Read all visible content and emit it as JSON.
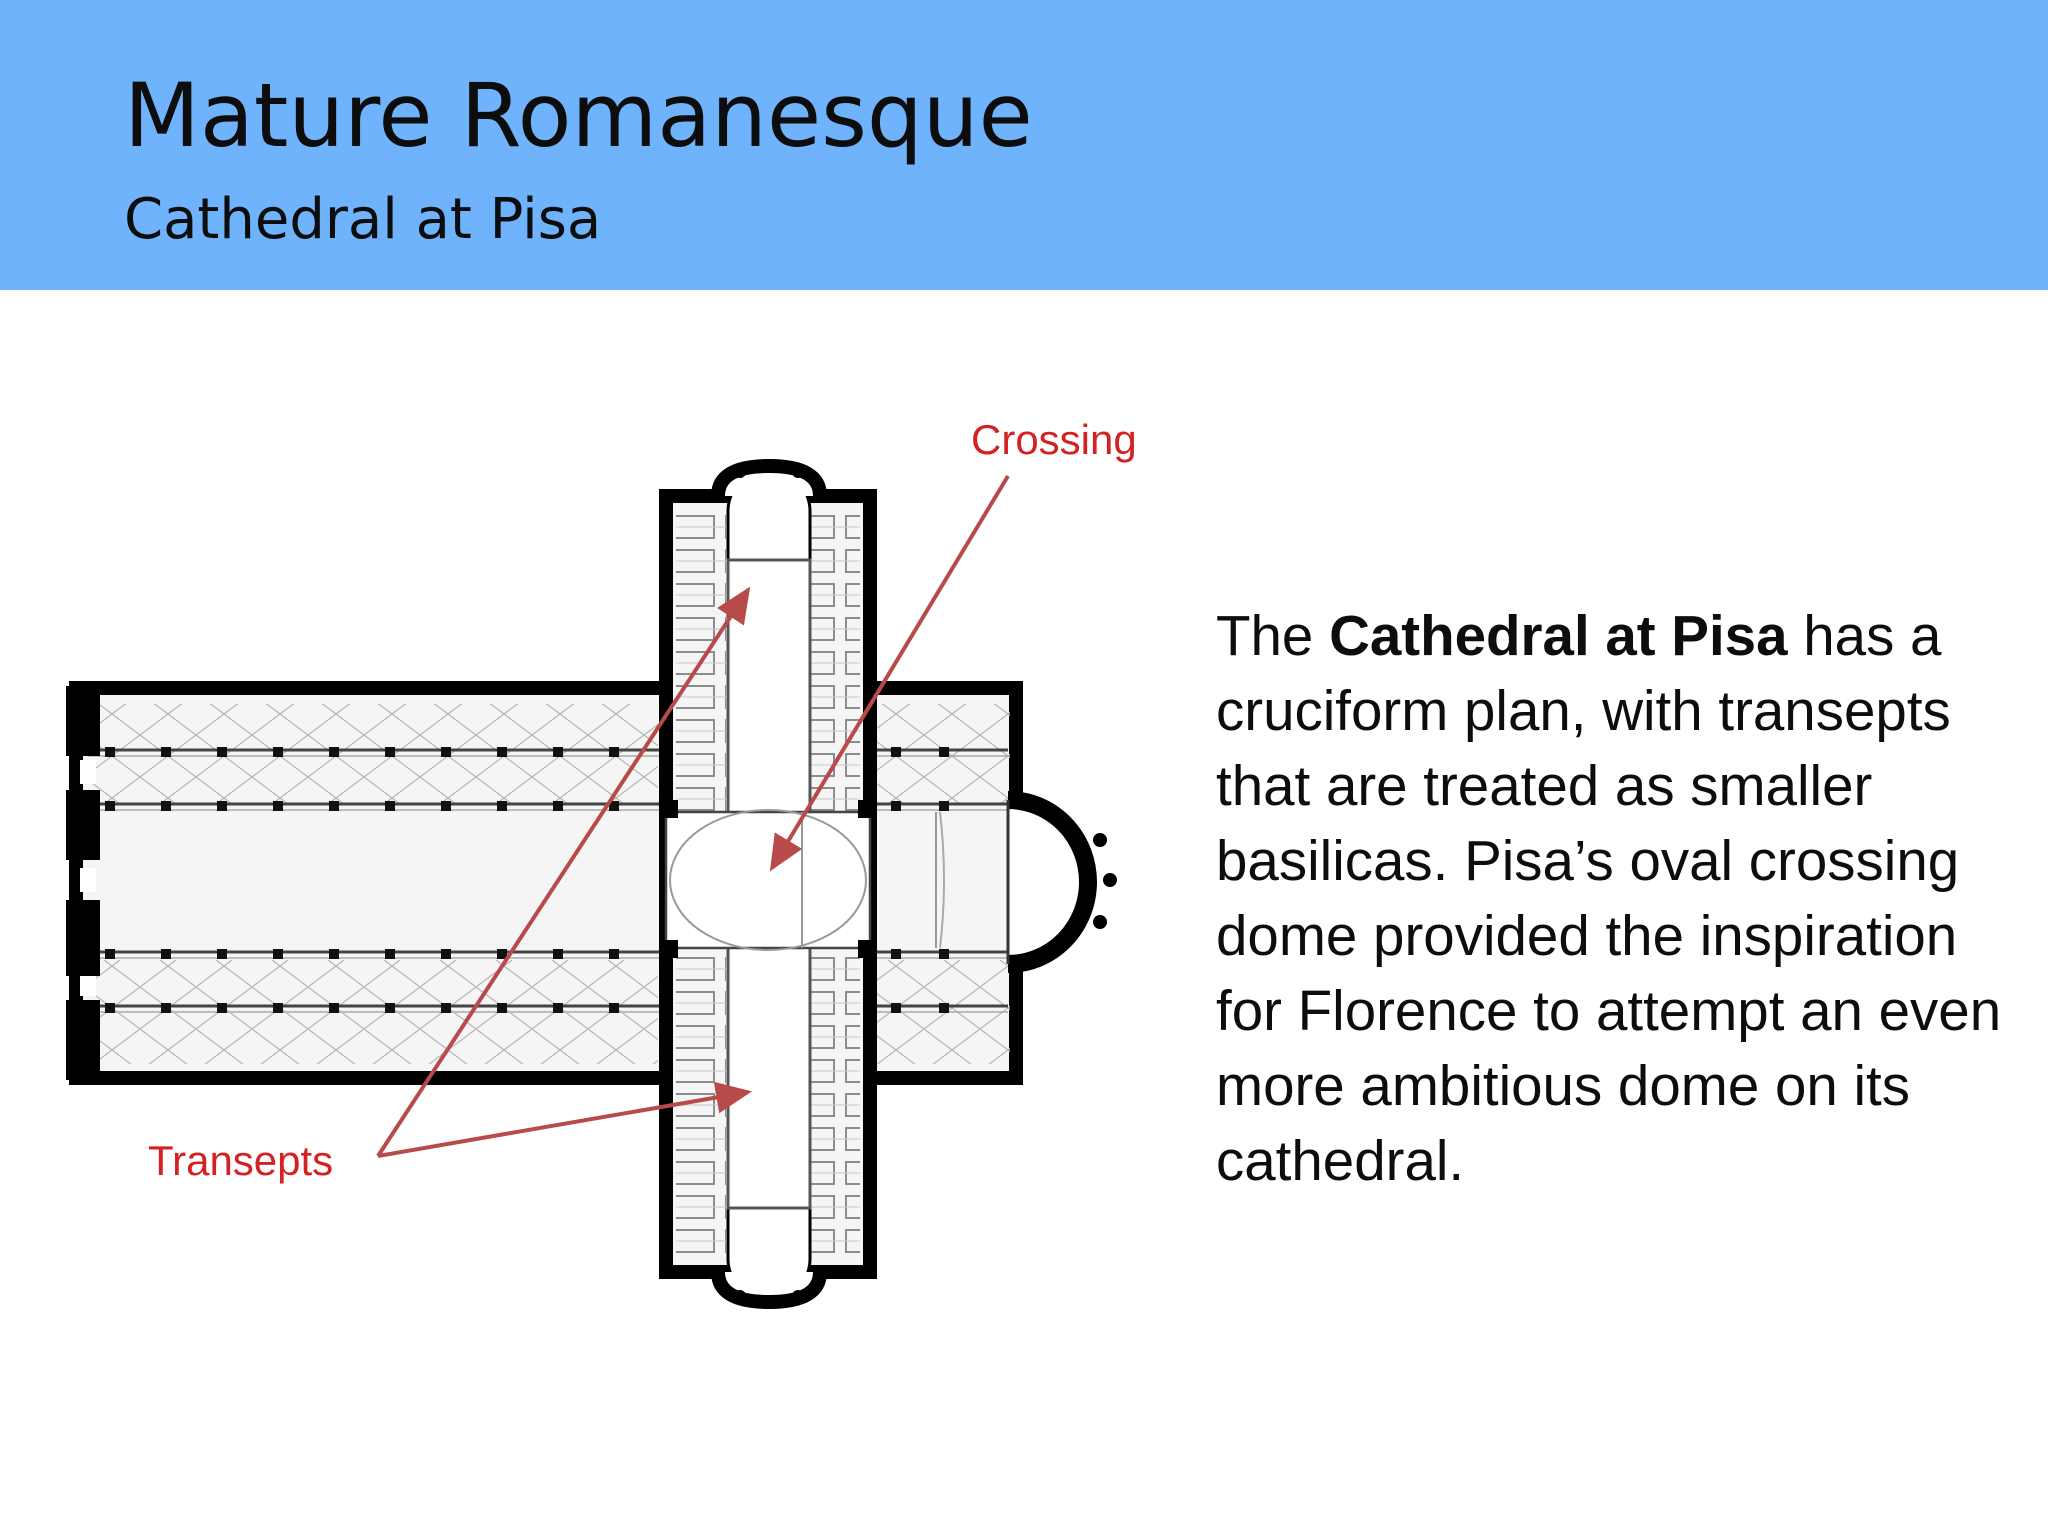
{
  "slide": {
    "title": "Mature Romanesque",
    "subtitle": "Cathedral at Pisa"
  },
  "header": {
    "background_color": "#6eb3fc"
  },
  "diagram": {
    "labels": {
      "crossing": "Crossing",
      "transepts": "Transepts"
    },
    "label_color": "#d42222",
    "arrow_color": "#b84a4a"
  },
  "body": {
    "text_before": "The ",
    "text_bold": "Cathedral at Pisa",
    "text_after": " has a cruciform plan, with transepts that are treated as smaller basilicas. Pisa’s oval crossing dome provided the inspiration for Florence to attempt an even more ambitious dome on its cathedral."
  }
}
